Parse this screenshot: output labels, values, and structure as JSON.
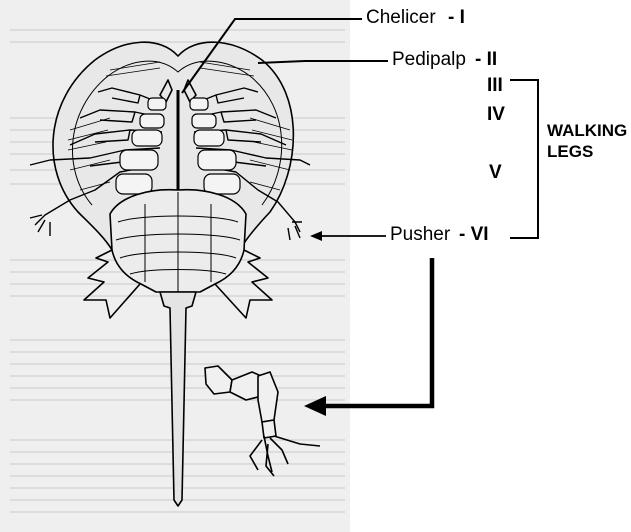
{
  "diagram": {
    "labels": {
      "chelicer_name": "Chelicer",
      "chelicer_num": "- I",
      "pedipalp_name": "Pedipalp",
      "pedipalp_num": "- II",
      "leg_iii": "III",
      "leg_iv": "IV",
      "leg_v": "V",
      "pusher_name": "Pusher",
      "pusher_num": "- VI",
      "walking_line1": "WALKING",
      "walking_line2": "LEGS"
    },
    "colors": {
      "ink": "#000000",
      "scan_background": "#efefef",
      "page": "#ffffff"
    }
  }
}
